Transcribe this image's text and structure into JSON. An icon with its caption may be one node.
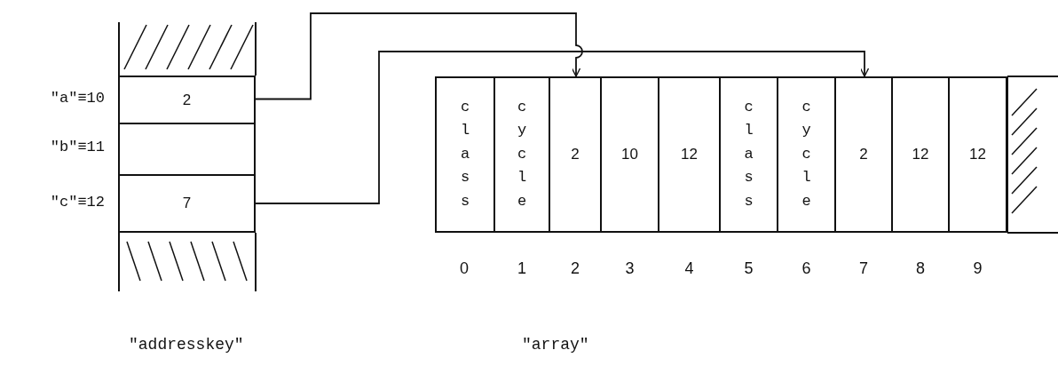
{
  "diagram": {
    "nodes": [
      {
        "text": [
          "2"
        ],
        "beside": [
          "\"a\"≡10"
        ]
      },
      {
        "text": [],
        "shape": "box",
        "beside": [
          "\"b\"≡11"
        ]
      },
      {
        "text": [
          "7"
        ],
        "beside": [
          "\"c\"≡12"
        ]
      },
      {
        "text": [
          "class"
        ],
        "beside": [
          "0"
        ]
      },
      {
        "text": [
          "cycle"
        ],
        "beside": [
          "1"
        ]
      },
      {
        "text": [
          "2"
        ],
        "beside": [
          "2"
        ]
      },
      {
        "text": [
          "10"
        ],
        "beside": [
          "3"
        ]
      },
      {
        "text": [
          "12"
        ],
        "beside": [
          "4"
        ]
      },
      {
        "text": [
          "class"
        ],
        "beside": [
          "5"
        ]
      },
      {
        "text": [
          "cycle"
        ],
        "beside": [
          "6"
        ]
      },
      {
        "text": [
          "2"
        ],
        "beside": [
          "7"
        ]
      },
      {
        "text": [
          "12"
        ],
        "beside": [
          "8"
        ]
      },
      {
        "text": [
          "12"
        ],
        "beside": [
          "9"
        ]
      }
    ],
    "edges": [
      {
        "from": 0,
        "to": 5,
        "arrow": "to"
      },
      {
        "from": 2,
        "to": 10,
        "arrow": "to"
      }
    ],
    "labels": [
      "\"addresskey\"",
      "\"array\""
    ]
  }
}
